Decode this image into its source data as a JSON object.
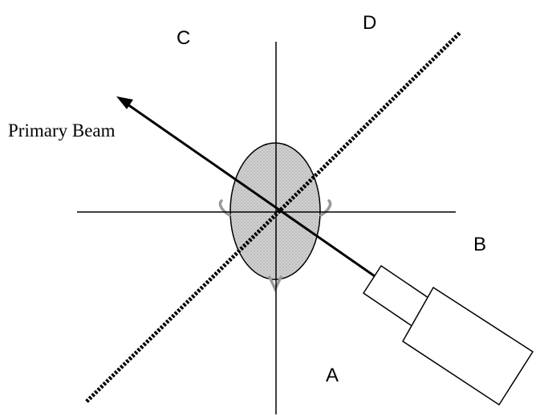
{
  "labels": {
    "primary_beam": "Primary Beam",
    "quadrant_a": "A",
    "quadrant_b": "B",
    "quadrant_c": "C",
    "quadrant_d": "D"
  },
  "colors": {
    "line": "#000000",
    "phantom_fill": "#c8c8c8",
    "scatter_marker": "#9a9a9a",
    "background": "#ffffff"
  }
}
